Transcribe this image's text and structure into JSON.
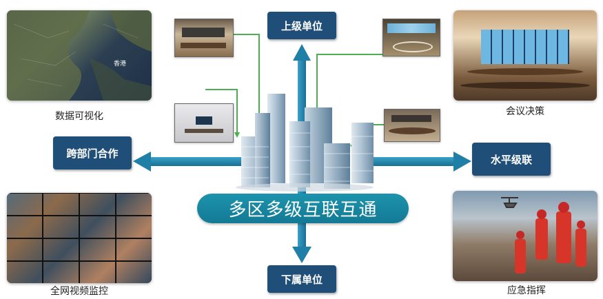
{
  "center": {
    "title": "多区多级互联互通"
  },
  "nodes": {
    "top": "上级单位",
    "bottom": "下属单位",
    "left": "跨部门合作",
    "right": "水平级联"
  },
  "photos": {
    "top_left": {
      "caption": "数据可视化",
      "map_label": "香港"
    },
    "top_right": {
      "caption": "会议决策"
    },
    "bottom_left": {
      "caption": "全网视频监控"
    },
    "bottom_right": {
      "caption": "应急指挥"
    }
  },
  "colors": {
    "arrow": "#1f7fa6",
    "node_box": "#1f4e78",
    "banner": "#1a89a5",
    "connector": "#4caf50"
  }
}
